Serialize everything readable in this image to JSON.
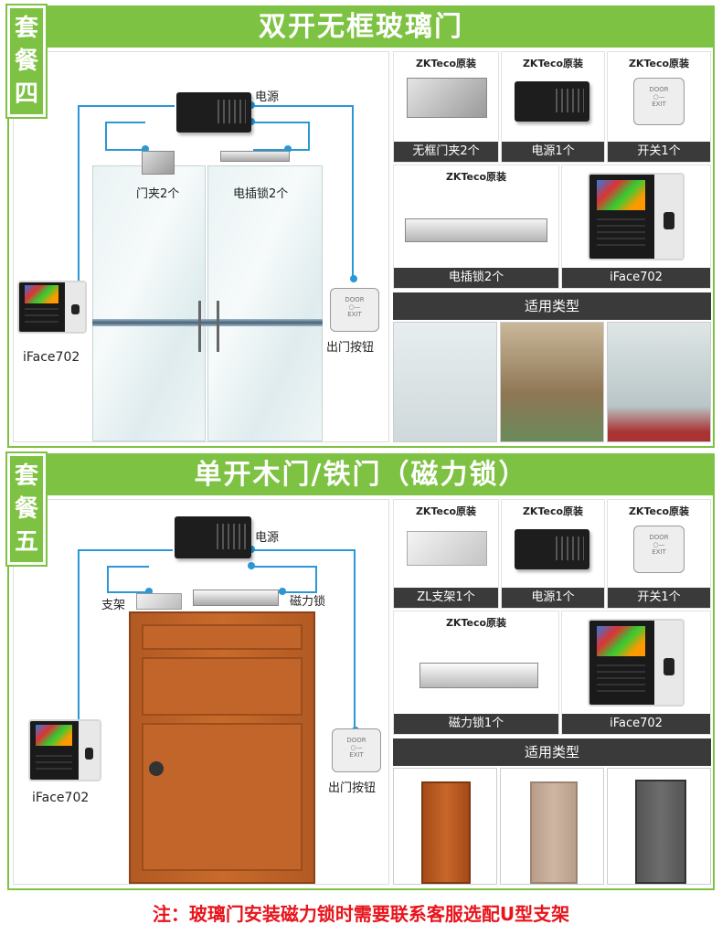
{
  "pkg4": {
    "tag": [
      "套",
      "餐",
      "四"
    ],
    "title": "双开无框玻璃门",
    "diagram": {
      "power_label": "电源",
      "clamp_label": "门夹2个",
      "bolt_label": "电插锁2个",
      "device_label": "iFace702",
      "button_label": "出门按钮"
    },
    "items": [
      {
        "brand": "ZKTeco原装",
        "caption": "无框门夹2个"
      },
      {
        "brand": "ZKTeco原装",
        "caption": "电源1个"
      },
      {
        "brand": "ZKTeco原装",
        "caption": "开关1个"
      },
      {
        "brand": "ZKTeco原装",
        "caption": "电插锁2个"
      },
      {
        "brand": "",
        "caption": "iFace702"
      }
    ],
    "types_label": "适用类型"
  },
  "pkg5": {
    "tag": [
      "套",
      "餐",
      "五"
    ],
    "title": "单开木门/铁门（磁力锁）",
    "diagram": {
      "power_label": "电源",
      "bracket_label": "支架",
      "maglock_label": "磁力锁",
      "device_label": "iFace702",
      "button_label": "出门按钮"
    },
    "items": [
      {
        "brand": "ZKTeco原装",
        "caption": "ZL支架1个"
      },
      {
        "brand": "ZKTeco原装",
        "caption": "电源1个"
      },
      {
        "brand": "ZKTeco原装",
        "caption": "开关1个"
      },
      {
        "brand": "ZKTeco原装",
        "caption": "磁力锁1个"
      },
      {
        "brand": "",
        "caption": "iFace702"
      }
    ],
    "types_label": "适用类型"
  },
  "note": "注：玻璃门安装磁力锁时需要联系客服选配U型支架",
  "colors": {
    "accent": "#7dc242",
    "caption_bg": "#3a3a3a",
    "wire": "#2a97d6",
    "note": "#e8141b"
  }
}
